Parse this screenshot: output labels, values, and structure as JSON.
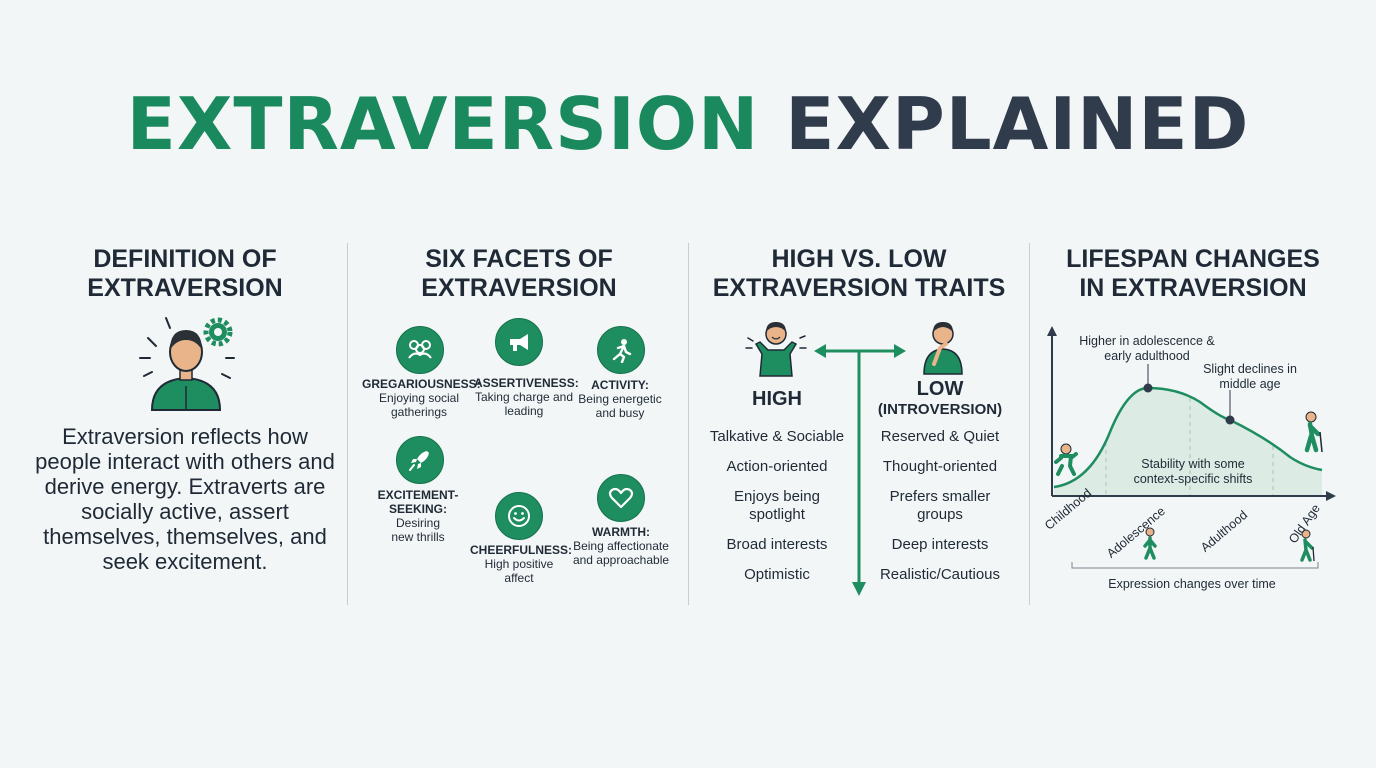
{
  "title": {
    "part1": "EXTRAVERSION",
    "part2": "EXPLAINED"
  },
  "definition": {
    "title_line1": "DEFINITION OF",
    "title_line2": "EXTRAVERSION",
    "text": "Extraversion reflects how people interact with others and derive energy. Extraverts are socially active, assert themselves, themselves, and seek excitement."
  },
  "facets": {
    "title_line1": "SIX FACETS OF",
    "title_line2": "EXTRAVERSION",
    "items": [
      {
        "name": "GREGARIOUSNESS:",
        "desc": "Enjoying social gatherings",
        "icon": "group-icon"
      },
      {
        "name": "ASSERTIVENESS:",
        "desc": "Taking charge and leading",
        "icon": "megaphone-icon"
      },
      {
        "name": "ACTIVITY:",
        "desc": "Being energetic and busy",
        "icon": "running-icon"
      },
      {
        "name": "EXCITEMENT-SEEKING:",
        "desc": "Desiring new thrills",
        "icon": "rocket-icon"
      },
      {
        "name": "CHEERFULNESS:",
        "desc": "High positive affect",
        "icon": "smiley-icon"
      },
      {
        "name": "WARMTH:",
        "desc": "Being affectionate and approachable",
        "icon": "heart-icon"
      }
    ]
  },
  "high_low": {
    "title_line1": "HIGH VS. LOW",
    "title_line2": "EXTRAVERSION TRAITS",
    "high_label": "HIGH",
    "low_label": "LOW",
    "low_sublabel": "(INTROVERSION)",
    "high_traits": [
      "Talkative & Sociable",
      "Action-oriented",
      "Enjoys being spotlight",
      "Broad interests",
      "Optimistic"
    ],
    "low_traits": [
      "Reserved & Quiet",
      "Thought-oriented",
      "Prefers smaller groups",
      "Deep interests",
      "Realistic/Cautious"
    ]
  },
  "lifespan": {
    "title_line1": "LIFESPAN CHANGES",
    "title_line2": "IN EXTRAVERSION",
    "annotation_peak": "Higher in adolescence & early adulthood",
    "annotation_decline": "Slight declines in middle age",
    "annotation_stability": "Stability with some context-specific shifts",
    "stages": [
      "Childhood",
      "Adolescence",
      "Adulthood",
      "Old Age"
    ],
    "footer": "Expression changes over time",
    "accent_color": "#1e8d5f"
  }
}
